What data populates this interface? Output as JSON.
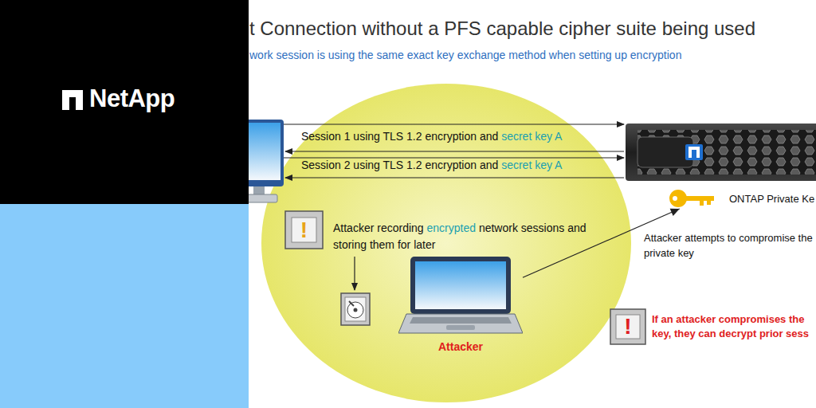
{
  "diagram": {
    "title": "t Connection without a PFS capable cipher suite being used",
    "nodes": [
      {
        "text": [
          "ONTAP Private Ke"
        ]
      },
      {
        "text": [
          "Attacker"
        ]
      }
    ],
    "edges": [
      {
        "from": 1,
        "to": 0,
        "arrow": "to"
      }
    ],
    "labels": [
      "NetApp",
      "work session is using the same exact key exchange method when setting up encryption",
      "Session 1 using TLS 1.2 encryption and",
      "secret key A",
      "Session 2 using TLS 1.2 encryption and",
      "secret key A",
      "!",
      "Attacker recording",
      "encrypted",
      "network sessions and storing them for later",
      "Attacker attempts to compromise the private key",
      "!",
      "If an attacker compromises the key, they can decrypt prior sess"
    ]
  }
}
